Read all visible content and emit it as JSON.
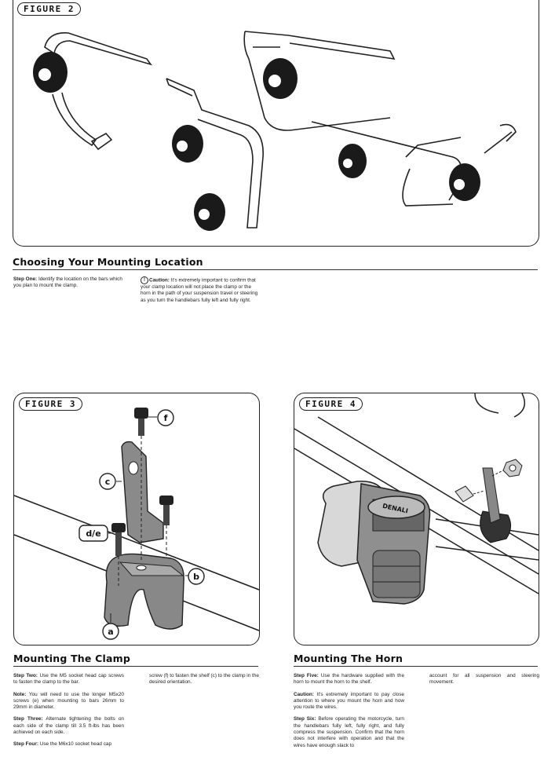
{
  "figure2": {
    "label": "FIGURE 2"
  },
  "figure3": {
    "label": "FIGURE 3",
    "callouts": [
      "f",
      "c",
      "d/e",
      "b",
      "a"
    ]
  },
  "figure4": {
    "label": "FIGURE 4",
    "brand": "DENALI"
  },
  "choosing": {
    "heading": "Choosing Your Mounting Location",
    "step_one_label": "Step One:",
    "step_one_text": "Identify the location on the bars which you plan to mount the clamp.",
    "caution_label": "Caution:",
    "caution_text": "It's extremely important to confirm that your clamp location will not place the clamp or the horn in the path of your suspension travel or steering as you turn the handlebars fully left and fully right."
  },
  "clamp": {
    "heading": "Mounting The Clamp",
    "step_two_label": "Step Two:",
    "step_two_text": "Use the M5 socket head cap screws to fasten the clamp to the bar.",
    "note_label": "Note:",
    "note_text": "You will need to use the longer M5x20 screws (e) when mounting to bars 26mm to 29mm in diameter.",
    "step_three_label": "Step Three:",
    "step_three_text": "Alternate tightening the bolts on each side of the clamp till 3.5 ft-lbs has been achieved on each side.",
    "step_four_label": "Step Four:",
    "step_four_text": "Use the M6x10 socket head cap",
    "col2_text": "screw (f) to fasten the shelf (c) to the clamp in the desired orientation."
  },
  "horn": {
    "heading": "Mounting The Horn",
    "step_five_label": "Step Five:",
    "step_five_text": "Use the hardware supplied with the horn to mount the horn to the shelf.",
    "caution_label": "Caution:",
    "caution_text": "It's extremely important to pay close attention to where you mount the horn and how you route the wires.",
    "step_six_label": "Step Six:",
    "step_six_text": "Before operating the motorcycle, turn the handlebars fully left, fully right, and fully compress the suspension. Confirm that the horn does not interfere with operation and that the wires have enough slack to",
    "col2_text": "account for all suspension and steering movement."
  }
}
